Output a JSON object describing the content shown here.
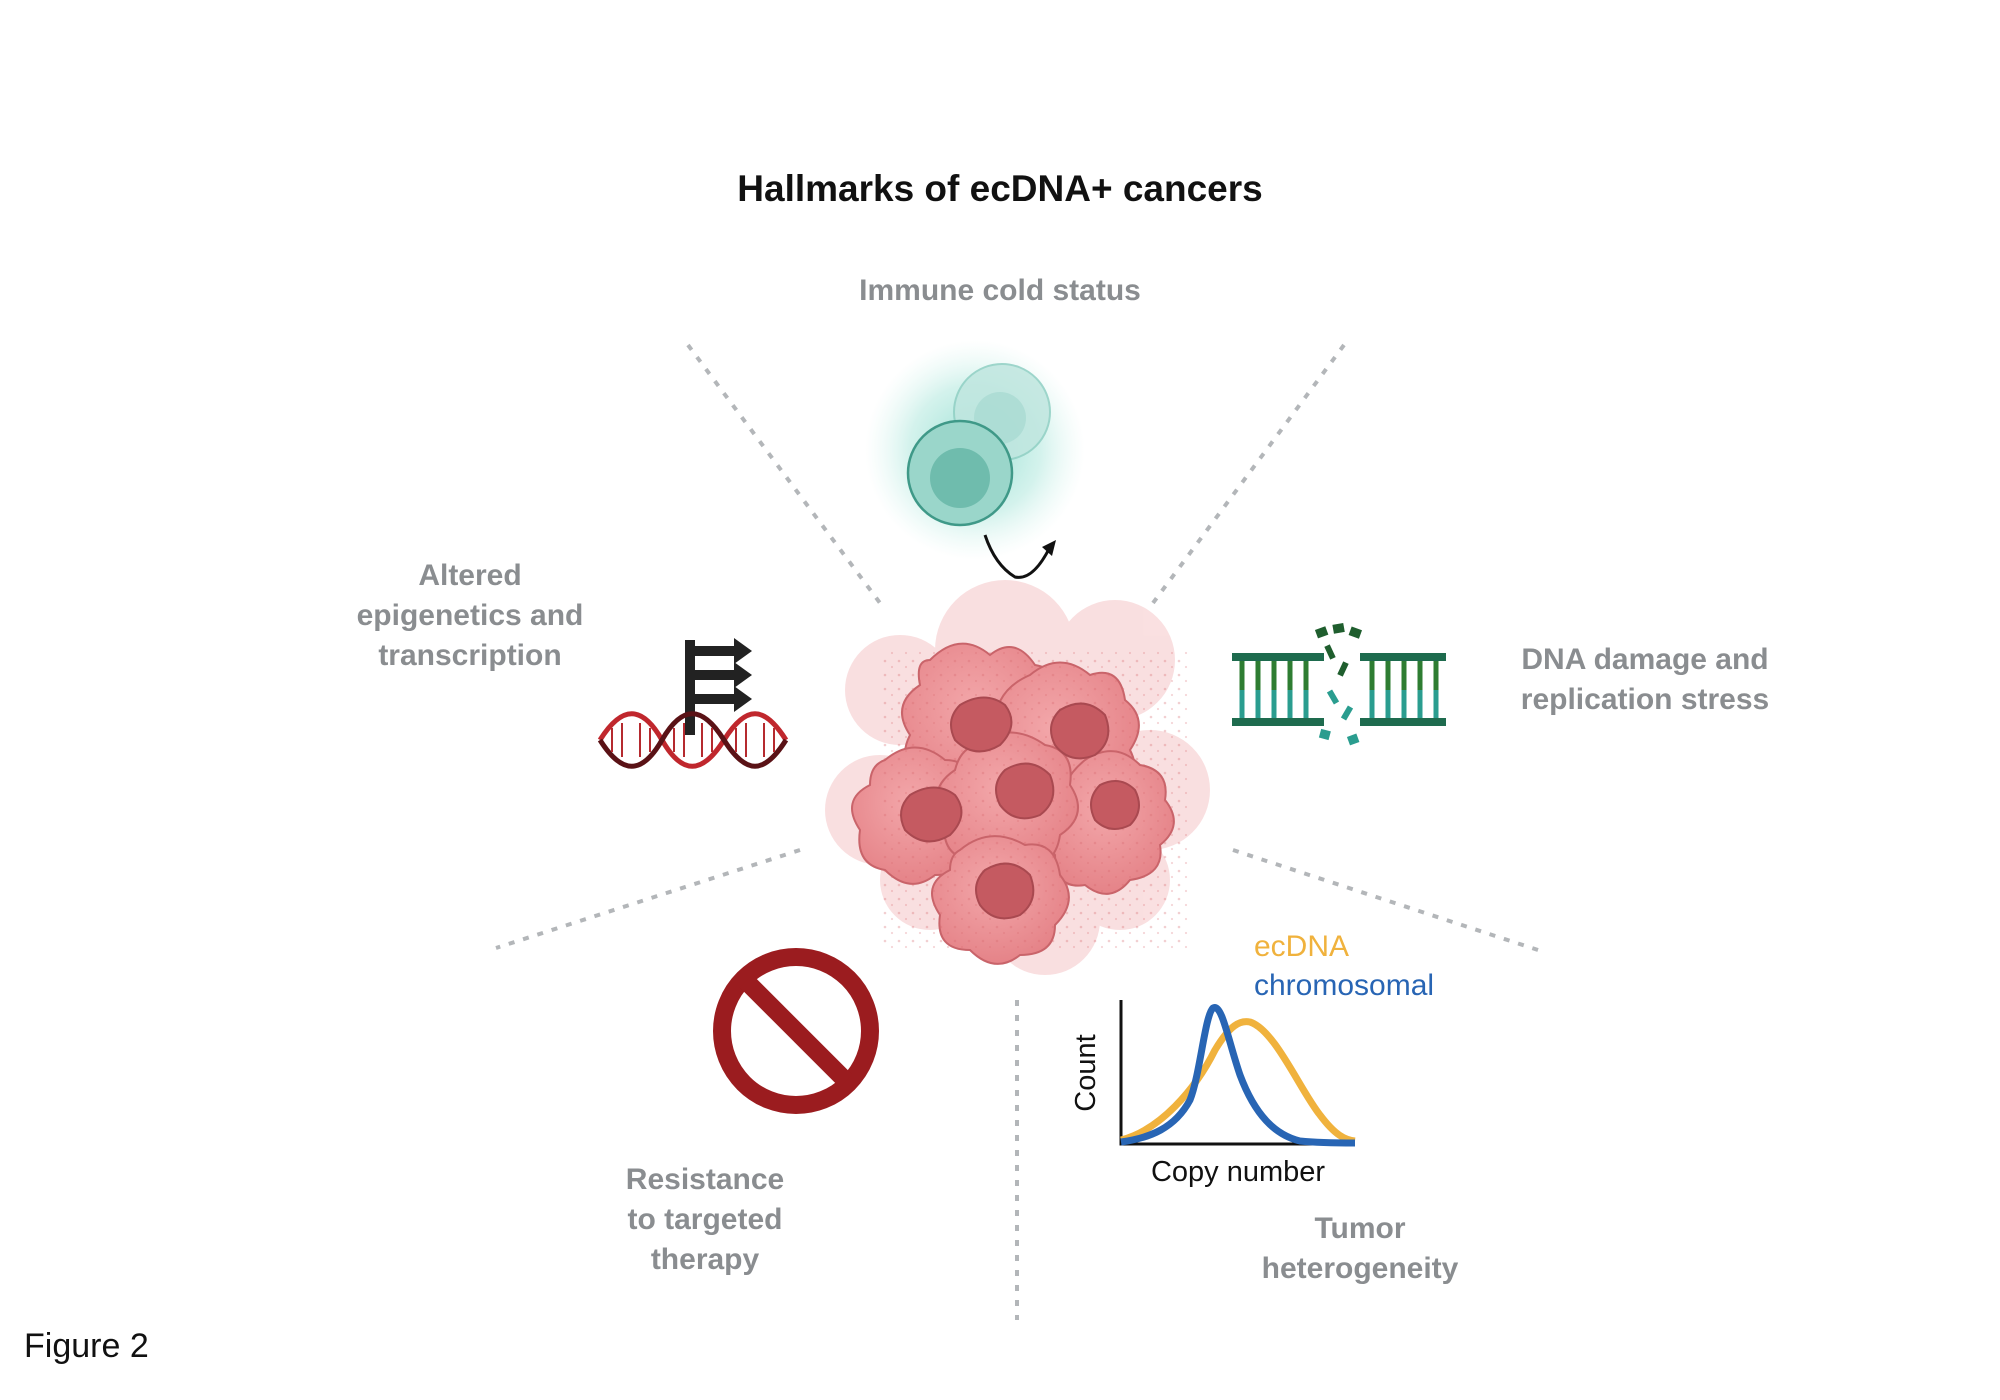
{
  "title": "Hallmarks of ecDNA+ cancers",
  "figure_label": "Figure 2",
  "hallmarks": {
    "immune": {
      "text": "Immune cold status"
    },
    "epigenetics": {
      "line1": "Altered",
      "line2": "epigenetics and",
      "line3": "transcription"
    },
    "dna_damage": {
      "line1": "DNA damage and",
      "line2": "replication stress"
    },
    "resistance": {
      "line1": "Resistance",
      "line2": "to targeted",
      "line3": "therapy"
    },
    "heterogeneity": {
      "line1": "Tumor",
      "line2": "heterogeneity"
    }
  },
  "inset_plot": {
    "legend": {
      "ecdna": "ecDNA",
      "chromosomal": "chromosomal"
    },
    "xlabel": "Copy number",
    "ylabel": "Count",
    "colors": {
      "ecdna": "#f0b23d",
      "chromosomal": "#2865b4"
    }
  },
  "colors": {
    "label_gray": "#8a8d90",
    "tumor_pink": "#ec8e92",
    "immune_teal": "#6dbfb0",
    "dna_red": "#c0272d",
    "dna_green": "#1e6b4e",
    "no_sign": "#9b1c1f"
  }
}
